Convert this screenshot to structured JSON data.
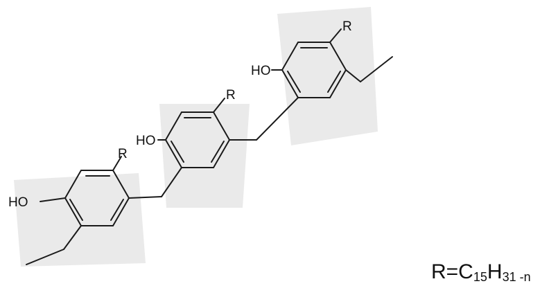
{
  "structure": {
    "substituent_label": "R",
    "hydroxyl_label": "HO",
    "labels": [
      {
        "id": "ho-left",
        "text": "HO"
      },
      {
        "id": "r-left",
        "text": "R"
      },
      {
        "id": "ho-middle",
        "text": "HO"
      },
      {
        "id": "r-middle",
        "text": "R"
      },
      {
        "id": "ho-right",
        "text": "HO"
      },
      {
        "id": "r-right",
        "text": "R"
      }
    ]
  },
  "formula": {
    "prefix": "R=C",
    "sub1": "15",
    "element2": "H",
    "sub2": "31 -n"
  }
}
